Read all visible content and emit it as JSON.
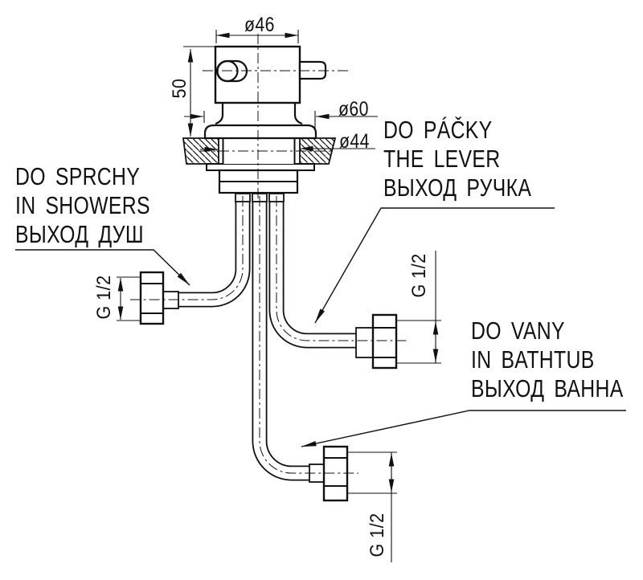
{
  "page": {
    "background": "#ffffff",
    "line_color": "#111111"
  },
  "dimensions": {
    "top_diameter": "ø46",
    "body_height": "50",
    "flange_diameter": "ø60",
    "wall_hole_diameter": "ø44",
    "shower_thread": "G 1/2",
    "lever_thread": "G 1/2",
    "bath_thread": "G 1/2"
  },
  "labels": {
    "shower": {
      "line1": "DO SPRCHY",
      "line2": "IN SHOWERS",
      "line3": "ВЫХОД ДУШ"
    },
    "lever": {
      "line1": "DO PÁČKY",
      "line2": "THE LEVER",
      "line3": "ВЫХОД РУЧКА"
    },
    "bath": {
      "line1": "DO VANY",
      "line2": "IN BATHTUB",
      "line3": "ВЫХОД ВАННА"
    }
  }
}
